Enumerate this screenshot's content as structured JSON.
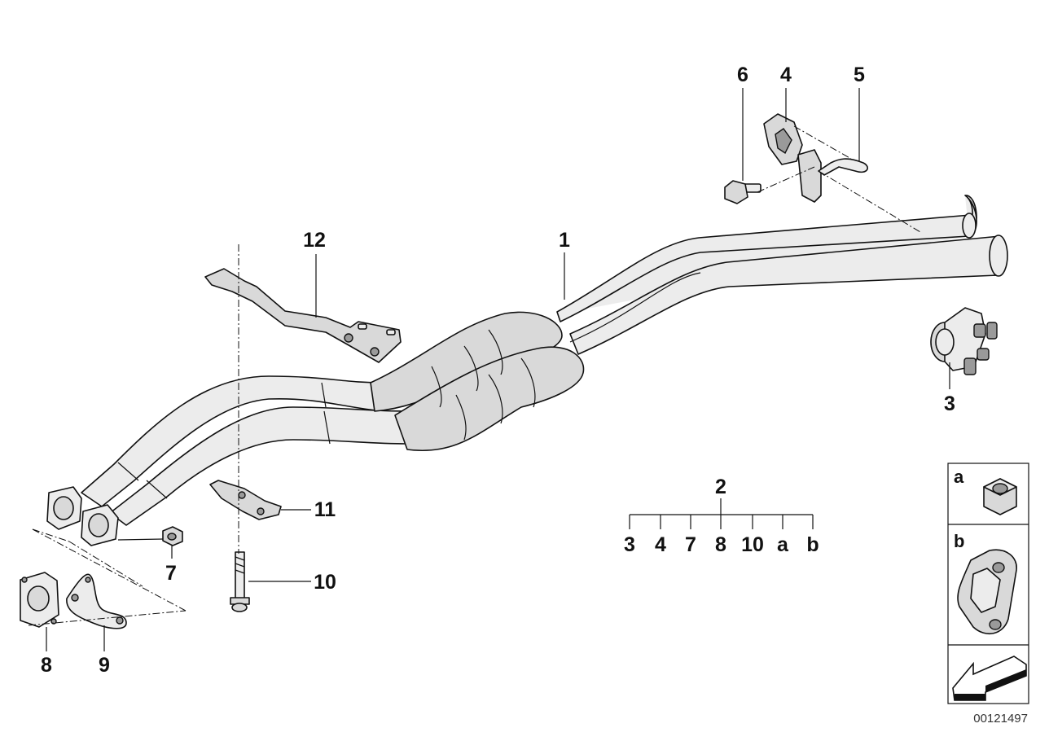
{
  "callouts": {
    "c1": "1",
    "c2": "2",
    "c3": "3",
    "c4": "4",
    "c5": "5",
    "c6": "6",
    "c7": "7",
    "c8": "8",
    "c9": "9",
    "c10": "10",
    "c11": "11",
    "c12": "12"
  },
  "kit": {
    "label": "2",
    "items": [
      "3",
      "4",
      "7",
      "8",
      "10",
      "a",
      "b"
    ]
  },
  "side_panel": {
    "a_letter": "a",
    "b_letter": "b"
  },
  "document_number": "00121497"
}
